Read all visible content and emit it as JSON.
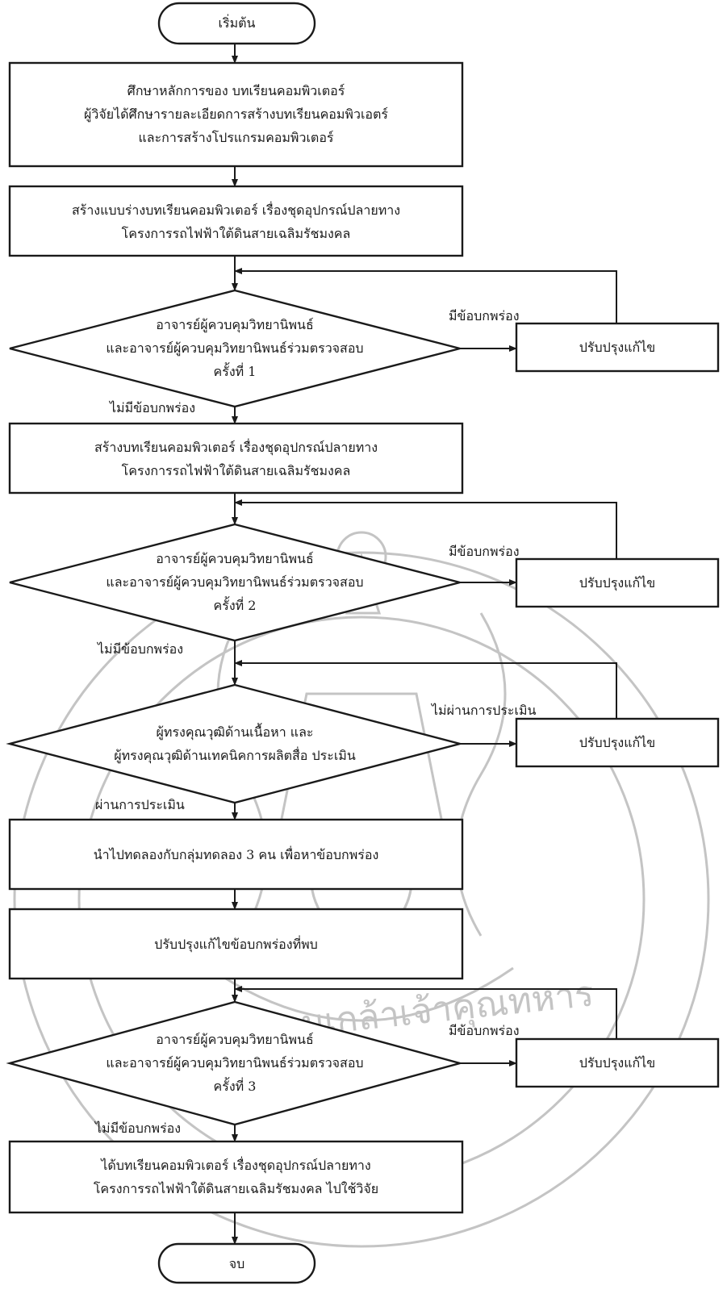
{
  "nodes": {
    "start": "เริ่มต้น",
    "study": [
      "ศึกษาหลักการของ บทเรียนคอมพิวเตอร์",
      "ผู้วิจัยได้ศึกษารายละเอียดการสร้างบทเรียนคอมพิวเอตร์",
      "และการสร้างโปรแกรมคอมพิวเตอร์"
    ],
    "draft": [
      "สร้างแบบร่างบทเรียนคอมพิวเตอร์ เรื่องชุดอุปกรณ์ปลายทาง",
      "โครงการรถไฟฟ้าใต้ดินสายเฉลิมรัชมงคล"
    ],
    "check1": [
      "อาจารย์ผู้ควบคุมวิทยานิพนธ์",
      "และอาจารย์ผู้ควบคุมวิทยานิพนธ์ร่วมตรวจสอบ",
      "ครั้งที่ 1"
    ],
    "fix1": "ปรับปรุงแก้ไข",
    "build": [
      "สร้างบทเรียนคอมพิวเตอร์ เรื่องชุดอุปกรณ์ปลายทาง",
      "โครงการรถไฟฟ้าใต้ดินสายเฉลิมรัชมงคล"
    ],
    "check2": [
      "อาจารย์ผู้ควบคุมวิทยานิพนธ์",
      "และอาจารย์ผู้ควบคุมวิทยานิพนธ์ร่วมตรวจสอบ",
      "ครั้งที่ 2"
    ],
    "fix2": "ปรับปรุงแก้ไข",
    "expert": [
      "ผู้ทรงคุณวุฒิด้านเนื้อหา และ",
      "ผู้ทรงคุณวุฒิด้านเทคนิคการผลิตสื่อ ประเมิน"
    ],
    "fix3": "ปรับปรุงแก้ไข",
    "trial": "นำไปทดลองกับกลุ่มทดลอง 3 คน เพื่อหาข้อบกพร่อง",
    "revise": "ปรับปรุงแก้ไขข้อบกพร่องที่พบ",
    "check3": [
      "อาจารย์ผู้ควบคุมวิทยานิพนธ์",
      "และอาจารย์ผู้ควบคุมวิทยานิพนธ์ร่วมตรวจสอบ",
      "ครั้งที่ 3"
    ],
    "fix4": "ปรับปรุงแก้ไข",
    "final": [
      "ได้บทเรียนคอมพิวเตอร์ เรื่องชุดอุปกรณ์ปลายทาง",
      "โครงการรถไฟฟ้าใต้ดินสายเฉลิมรัชมงคล ไปใช้วิจัย"
    ],
    "end": "จบ"
  },
  "edge_labels": {
    "defect1": "มีข้อบกพร่อง",
    "ok1": "ไม่มีข้อบกพร่อง",
    "defect2": "มีข้อบกพร่อง",
    "ok2": "ไม่มีข้อบกพร่อง",
    "fail": "ไม่ผ่านการประเมิน",
    "pass": "ผ่านการประเมิน",
    "defect3": "มีข้อบกพร่อง",
    "ok3": "ไม่มีข้อบกพร่อง"
  },
  "watermark": {
    "seal_text": "จอมเกล้าเจ้าคุณทหาร",
    "color": "#bdbdbd"
  }
}
